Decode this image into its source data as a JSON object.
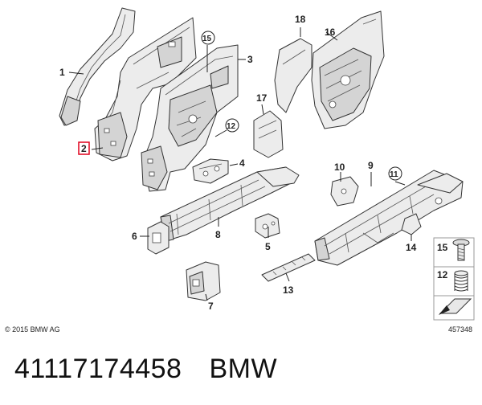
{
  "diagram": {
    "callouts": [
      {
        "id": "c1",
        "label": "1"
      },
      {
        "id": "c2",
        "label": "2",
        "highlight": true
      },
      {
        "id": "c3",
        "label": "3"
      },
      {
        "id": "c4",
        "label": "4"
      },
      {
        "id": "c5",
        "label": "5"
      },
      {
        "id": "c6",
        "label": "6"
      },
      {
        "id": "c7",
        "label": "7"
      },
      {
        "id": "c8",
        "label": "8"
      },
      {
        "id": "c9",
        "label": "9"
      },
      {
        "id": "c10",
        "label": "10"
      },
      {
        "id": "c11",
        "label": "11"
      },
      {
        "id": "c12",
        "label": "12"
      },
      {
        "id": "c13",
        "label": "13"
      },
      {
        "id": "c14",
        "label": "14"
      },
      {
        "id": "c15",
        "label": "15"
      },
      {
        "id": "c16",
        "label": "16"
      },
      {
        "id": "c17",
        "label": "17"
      },
      {
        "id": "c18",
        "label": "18"
      }
    ],
    "legend": [
      {
        "label": "15",
        "icon": "screw-icon"
      },
      {
        "label": "12",
        "icon": "spring-clip-icon"
      },
      {
        "label": "",
        "icon": "arrow-pointer-icon"
      }
    ],
    "highlight_color": "#e0001b"
  },
  "copyright": "© 2015 BMW AG",
  "diagram_id": "457348",
  "footer": {
    "part_number": "41117174458",
    "brand": "BMW"
  }
}
